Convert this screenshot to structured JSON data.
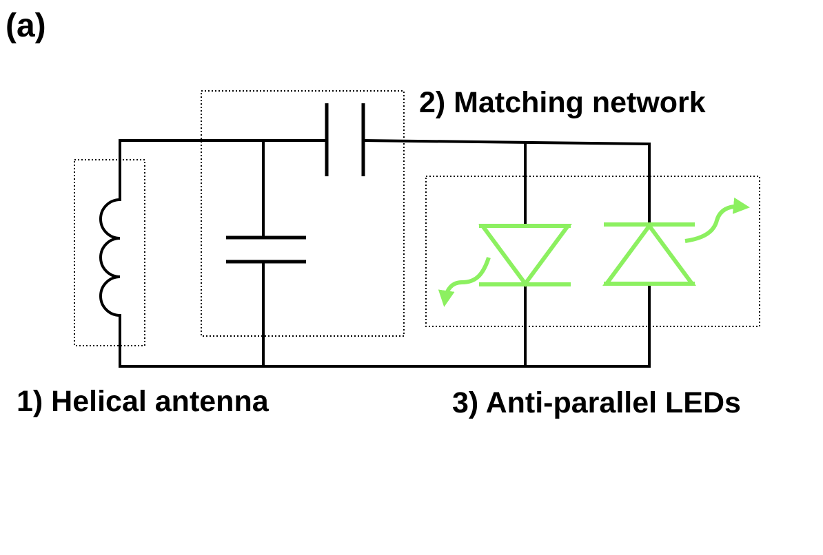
{
  "panel_label": "(a)",
  "labels": {
    "matching_network": "2) Matching network",
    "helical_antenna": "1) Helical antenna",
    "anti_parallel_leds": "3) Anti-parallel LEDs"
  },
  "colors": {
    "wire": "#000000",
    "box_outline": "#000000",
    "led": "#8cf060",
    "background": "#ffffff"
  }
}
